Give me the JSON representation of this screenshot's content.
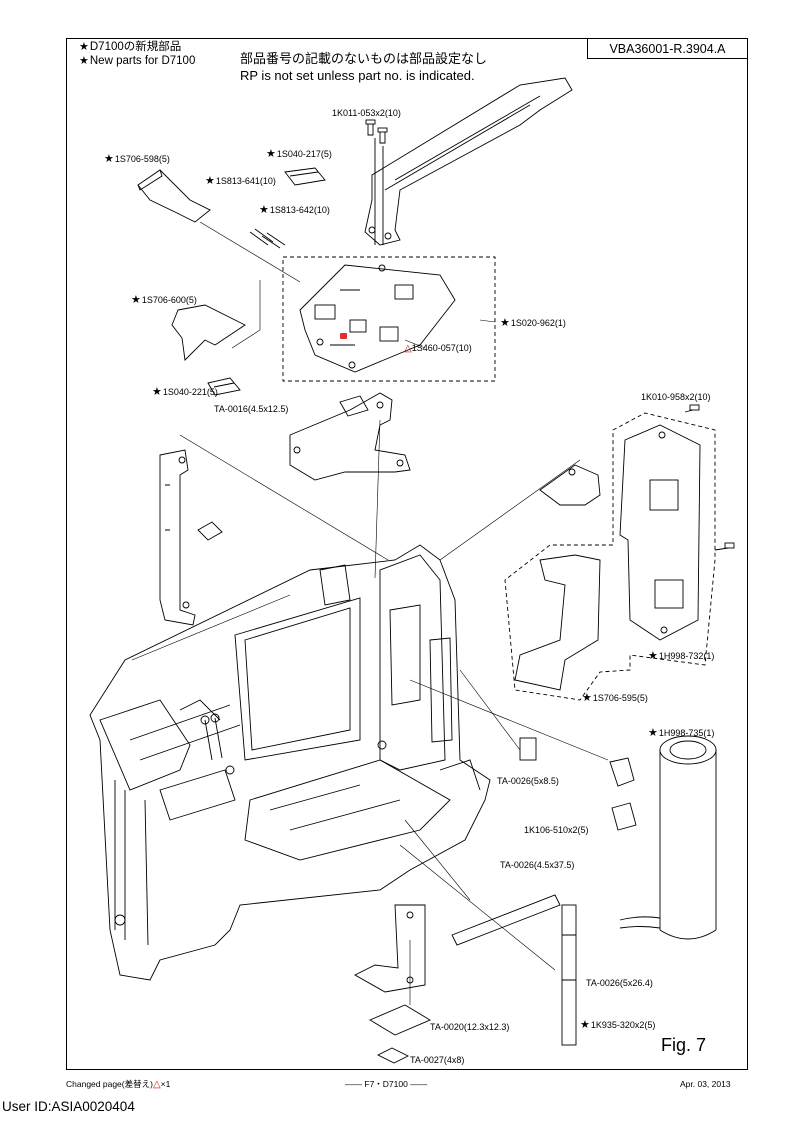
{
  "header": {
    "new_parts_jp": "D7100の新規部品",
    "new_parts_en": "New parts for D7100",
    "note_jp": "部品番号の記載のないものは部品設定なし",
    "note_en": "RP is not set unless part no. is indicated.",
    "doc_id": "VBA36001-R.3904.A"
  },
  "parts": [
    {
      "id": "p1",
      "text": "1K011-053x2(10)",
      "star": false
    },
    {
      "id": "p2",
      "text": "1S706-598(5)",
      "star": true
    },
    {
      "id": "p3",
      "text": "1S040-217(5)",
      "star": true
    },
    {
      "id": "p4",
      "text": "1S813-641(10)",
      "star": true
    },
    {
      "id": "p5",
      "text": "1S813-642(10)",
      "star": true
    },
    {
      "id": "p6",
      "text": "1S706-600(5)",
      "star": true
    },
    {
      "id": "p7",
      "text": "1S020-962(1)",
      "star": true
    },
    {
      "id": "p8",
      "text": "1S460-057(10)",
      "star": false,
      "changed": true
    },
    {
      "id": "p9",
      "text": "1S040-221(5)",
      "star": true
    },
    {
      "id": "p10",
      "text": "TA-0016(4.5x12.5)",
      "star": false
    },
    {
      "id": "p11",
      "text": "1K010-958x2(10)",
      "star": false
    },
    {
      "id": "p12",
      "text": "1H998-732(1)",
      "star": true
    },
    {
      "id": "p13",
      "text": "1S706-595(5)",
      "star": true
    },
    {
      "id": "p14",
      "text": "1H998-735(1)",
      "star": true
    },
    {
      "id": "p15",
      "text": "TA-0026(5x8.5)",
      "star": false
    },
    {
      "id": "p16",
      "text": "1K106-510x2(5)",
      "star": false
    },
    {
      "id": "p17",
      "text": "TA-0026(4.5x37.5)",
      "star": false
    },
    {
      "id": "p18",
      "text": "TA-0026(5x26.4)",
      "star": false
    },
    {
      "id": "p19",
      "text": "1K935-320x2(5)",
      "star": true
    },
    {
      "id": "p20",
      "text": "TA-0020(12.3x12.3)",
      "star": false
    },
    {
      "id": "p21",
      "text": "TA-0027(4x8)",
      "star": false
    }
  ],
  "figure_label": "Fig. 7",
  "footer": {
    "changed": "Changed page(差替え)",
    "changed_count": "×1",
    "page": "F7・D7100",
    "date": "Apr. 03, 2013"
  },
  "user_id": "User ID:ASIA0020404",
  "colors": {
    "changed_mark": "#e01010",
    "ink": "#000000"
  }
}
